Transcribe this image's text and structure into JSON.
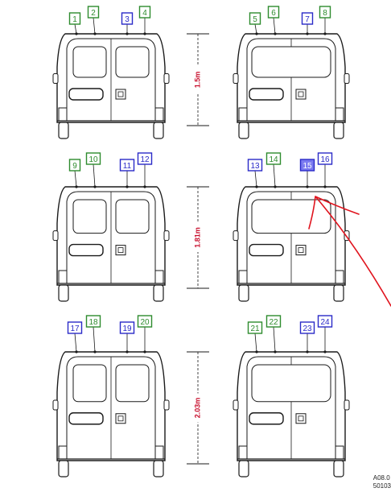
{
  "vans": [
    {
      "id": "short",
      "height_label": "1.5m",
      "variants": [
        {
          "door": "split",
          "labels": [
            {
              "num": "1",
              "color": "green"
            },
            {
              "num": "2",
              "color": "green"
            },
            {
              "num": "3",
              "color": "blue"
            },
            {
              "num": "4",
              "color": "green"
            }
          ]
        },
        {
          "door": "solid",
          "labels": [
            {
              "num": "5",
              "color": "green"
            },
            {
              "num": "6",
              "color": "green"
            },
            {
              "num": "7",
              "color": "blue"
            },
            {
              "num": "8",
              "color": "green"
            }
          ]
        }
      ]
    },
    {
      "id": "medium",
      "height_label": "1.81m",
      "variants": [
        {
          "door": "split",
          "labels": [
            {
              "num": "9",
              "color": "green"
            },
            {
              "num": "10",
              "color": "green"
            },
            {
              "num": "11",
              "color": "blue"
            },
            {
              "num": "12",
              "color": "blue"
            }
          ]
        },
        {
          "door": "solid",
          "labels": [
            {
              "num": "13",
              "color": "blue"
            },
            {
              "num": "14",
              "color": "green"
            },
            {
              "num": "15",
              "color": "blue",
              "highlighted": true
            },
            {
              "num": "16",
              "color": "blue"
            }
          ]
        }
      ]
    },
    {
      "id": "tall",
      "height_label": "2.03m",
      "variants": [
        {
          "door": "split",
          "labels": [
            {
              "num": "17",
              "color": "blue"
            },
            {
              "num": "18",
              "color": "green"
            },
            {
              "num": "19",
              "color": "blue"
            },
            {
              "num": "20",
              "color": "green"
            }
          ]
        },
        {
          "door": "solid",
          "labels": [
            {
              "num": "21",
              "color": "green"
            },
            {
              "num": "22",
              "color": "green"
            },
            {
              "num": "23",
              "color": "blue"
            },
            {
              "num": "24",
              "color": "blue"
            }
          ]
        }
      ]
    }
  ],
  "colors": {
    "green": "#2e8b2e",
    "blue": "#2a2ac8",
    "highlight_fill": "#7b7bf0",
    "dimension": "#c8102e",
    "annotation": "#e0141e",
    "line": "#1a1a1a"
  },
  "reference": {
    "line1": "A08.0",
    "line2": "50103"
  }
}
